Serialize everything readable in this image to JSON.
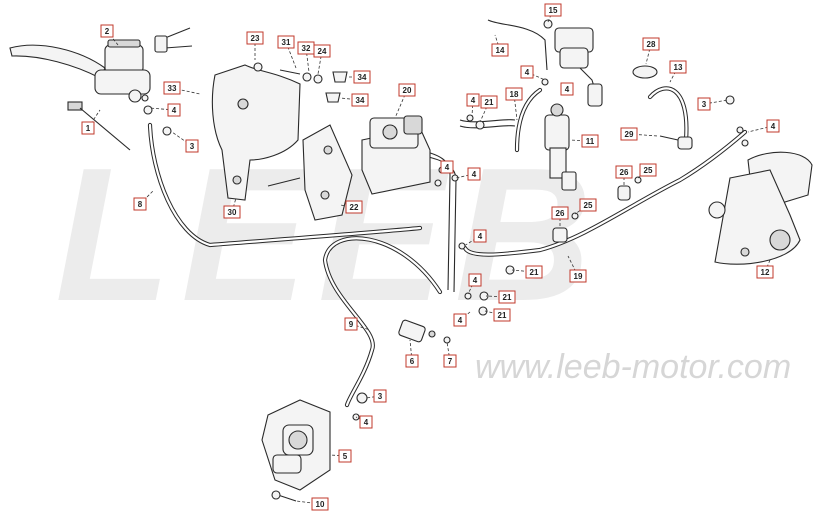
{
  "watermark": {
    "brand": "LEEB",
    "url": "www.leeb-motor.com"
  },
  "callouts": [
    {
      "id": "c1",
      "label": "1"
    },
    {
      "id": "c2",
      "label": "2"
    },
    {
      "id": "c3a",
      "label": "3"
    },
    {
      "id": "c3b",
      "label": "3"
    },
    {
      "id": "c3c",
      "label": "3"
    },
    {
      "id": "c4a",
      "label": "4"
    },
    {
      "id": "c4b",
      "label": "4"
    },
    {
      "id": "c4c",
      "label": "4"
    },
    {
      "id": "c4d",
      "label": "4"
    },
    {
      "id": "c4e",
      "label": "4"
    },
    {
      "id": "c4f",
      "label": "4"
    },
    {
      "id": "c4g",
      "label": "4"
    },
    {
      "id": "c4h",
      "label": "4"
    },
    {
      "id": "c4i",
      "label": "4"
    },
    {
      "id": "c4j",
      "label": "4"
    },
    {
      "id": "c4k",
      "label": "4"
    },
    {
      "id": "c5",
      "label": "5"
    },
    {
      "id": "c6",
      "label": "6"
    },
    {
      "id": "c7",
      "label": "7"
    },
    {
      "id": "c8",
      "label": "8"
    },
    {
      "id": "c9",
      "label": "9"
    },
    {
      "id": "c10",
      "label": "10"
    },
    {
      "id": "c11",
      "label": "11"
    },
    {
      "id": "c12",
      "label": "12"
    },
    {
      "id": "c13",
      "label": "13"
    },
    {
      "id": "c14",
      "label": "14"
    },
    {
      "id": "c15",
      "label": "15"
    },
    {
      "id": "c18",
      "label": "18"
    },
    {
      "id": "c19",
      "label": "19"
    },
    {
      "id": "c20",
      "label": "20"
    },
    {
      "id": "c21a",
      "label": "21"
    },
    {
      "id": "c21b",
      "label": "21"
    },
    {
      "id": "c21c",
      "label": "21"
    },
    {
      "id": "c21d",
      "label": "21"
    },
    {
      "id": "c22",
      "label": "22"
    },
    {
      "id": "c23",
      "label": "23"
    },
    {
      "id": "c24",
      "label": "24"
    },
    {
      "id": "c25a",
      "label": "25"
    },
    {
      "id": "c25b",
      "label": "25"
    },
    {
      "id": "c26a",
      "label": "26"
    },
    {
      "id": "c26b",
      "label": "26"
    },
    {
      "id": "c28",
      "label": "28"
    },
    {
      "id": "c29",
      "label": "29"
    },
    {
      "id": "c30",
      "label": "30"
    },
    {
      "id": "c31",
      "label": "31"
    },
    {
      "id": "c32",
      "label": "32"
    },
    {
      "id": "c33",
      "label": "33"
    },
    {
      "id": "c34a",
      "label": "34"
    },
    {
      "id": "c34b",
      "label": "34"
    }
  ]
}
